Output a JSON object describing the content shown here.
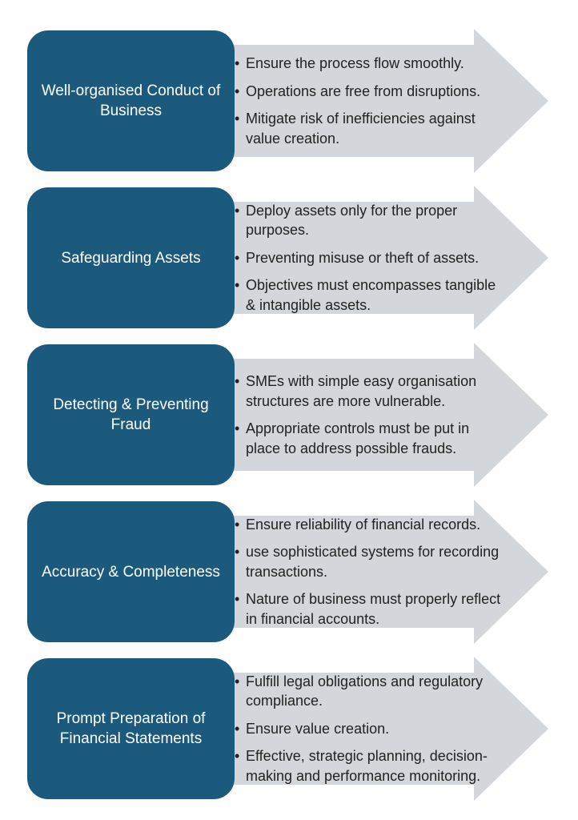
{
  "colors": {
    "box": "#1b5a7c",
    "arrow": "#d3d6da",
    "box_text": "#ffffff",
    "bullet_text": "#222222"
  },
  "rows": [
    {
      "title": "Well-organised Conduct of Business",
      "bullets": [
        "Ensure the process flow smoothly.",
        "Operations are free from disruptions.",
        "Mitigate risk of inefficiencies against value creation."
      ]
    },
    {
      "title": "Safeguarding Assets",
      "bullets": [
        "Deploy assets only for the proper purposes.",
        "Preventing misuse or theft of assets.",
        "Objectives must encompasses tangible & intangible assets."
      ]
    },
    {
      "title": "Detecting & Preventing Fraud",
      "bullets": [
        "SMEs with simple easy organisation structures are more vulnerable.",
        "Appropriate controls must be put in place to address possible frauds."
      ]
    },
    {
      "title": "Accuracy & Completeness",
      "bullets": [
        "Ensure reliability of financial records.",
        "use sophisticated systems for recording transactions.",
        "Nature of business must properly reflect in financial accounts."
      ]
    },
    {
      "title": "Prompt Preparation of Financial Statements",
      "bullets": [
        "Fulfill legal obligations and regulatory compliance.",
        "Ensure value creation.",
        "Effective, strategic planning, decision-making and performance monitoring."
      ]
    }
  ]
}
